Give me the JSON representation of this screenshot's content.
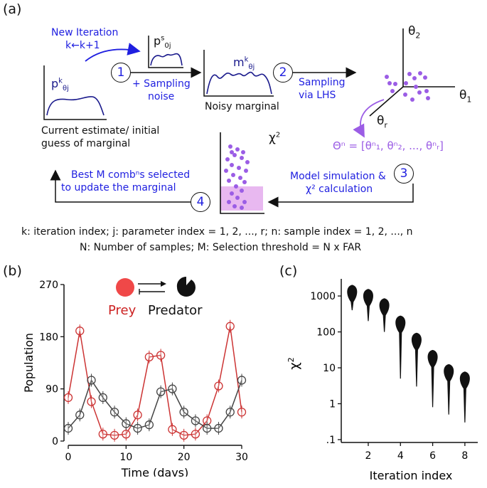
{
  "panel_labels": {
    "a": "(a)",
    "b": "(b)",
    "c": "(c)"
  },
  "diagram": {
    "new_iteration_line1": "New Iteration",
    "new_iteration_line2": "k←k+1",
    "p_k_label": "p",
    "p_k_sup": "k",
    "p_k_sub": "θj",
    "p_s_label": "p",
    "p_s_sup": "s",
    "p_s_sub": "0j",
    "m_k_label": "m",
    "m_k_sup": "k",
    "m_k_sub": "θj",
    "step1": "1",
    "step2": "2",
    "step3": "3",
    "step4": "4",
    "sampling_noise_line1": "+ Sampling",
    "sampling_noise_line2": "noise",
    "sampling_lhs_line1": "Sampling",
    "sampling_lhs_line2": "via LHS",
    "noisy_marginal": "Noisy marginal",
    "current_estimate_line1": "Current estimate/ initial",
    "current_estimate_line2": "guess of marginal",
    "theta2": "θ",
    "theta2_sub": "2",
    "theta1": "θ",
    "theta1_sub": "1",
    "thetar": "θ",
    "thetar_sub": "r",
    "theta_set": "Θⁿ = [θⁿ₁, θⁿ₂, ..., θⁿᵣ]",
    "chi2": "χ",
    "chi2_sup": "2",
    "best_m_line1": "Best M combⁿs selected",
    "best_m_line2": "to update the marginal",
    "model_sim_line1": "Model simulation &",
    "model_sim_line2": "χ² calculation",
    "legend_line1": "k: iteration index;   j: parameter index = 1, 2, ..., r;   n: sample index = 1, 2, ..., n",
    "legend_line2": "N: Number of samples;   M: Selection threshold = N x FAR",
    "colors": {
      "blue": "#1f1fe0",
      "purple": "#9b5de5",
      "pink": "#e8b8f0"
    }
  },
  "chart_b": {
    "ylabel": "Population",
    "xlabel": "Time (days)",
    "prey_label": "Prey",
    "predator_label": "Predator",
    "y_ticks": [
      "0",
      "90",
      "180",
      "270"
    ],
    "x_ticks": [
      "0",
      "10",
      "20",
      "30"
    ]
  },
  "chart_c": {
    "ylabel": "χ",
    "ylabel_sup": "2",
    "xlabel": "Iteration index",
    "y_ticks": [
      "1000",
      "100",
      "10",
      "1",
      ".1"
    ],
    "x_ticks": [
      "2",
      "4",
      "6",
      "8"
    ]
  },
  "chart_data": [
    {
      "type": "line",
      "xlabel": "Time (days)",
      "ylabel": "Population",
      "xlim": [
        0,
        30
      ],
      "ylim": [
        0,
        270
      ],
      "x": [
        0,
        2,
        4,
        6,
        8,
        10,
        12,
        14,
        16,
        18,
        20,
        22,
        24,
        26,
        28,
        30
      ],
      "series": [
        {
          "name": "Prey",
          "color": "#cc3333",
          "values": [
            75,
            190,
            68,
            12,
            10,
            12,
            45,
            145,
            148,
            20,
            10,
            12,
            35,
            95,
            198,
            50
          ]
        },
        {
          "name": "Predator",
          "color": "#444444",
          "values": [
            22,
            45,
            105,
            75,
            50,
            30,
            22,
            28,
            85,
            90,
            50,
            35,
            22,
            22,
            50,
            105
          ]
        }
      ]
    },
    {
      "type": "violin",
      "xlabel": "Iteration index",
      "ylabel": "χ²",
      "yscale": "log",
      "ylim": [
        0.1,
        3000
      ],
      "x": [
        1,
        2,
        3,
        4,
        5,
        6,
        7,
        8
      ],
      "medians": [
        1300,
        1000,
        550,
        180,
        60,
        20,
        8,
        5
      ],
      "lower_tail": [
        400,
        200,
        100,
        5,
        3,
        0.8,
        0.5,
        0.3
      ]
    }
  ]
}
